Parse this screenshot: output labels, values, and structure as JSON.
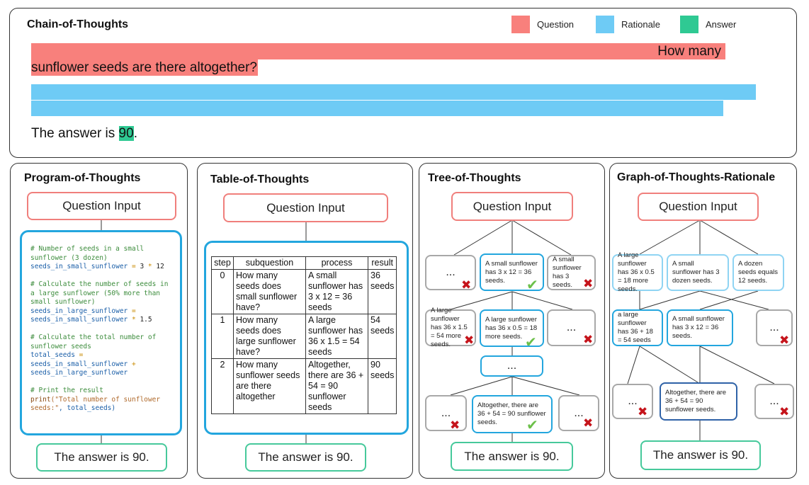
{
  "legend": [
    {
      "label": "Question",
      "color": "#f8807c"
    },
    {
      "label": "Rationale",
      "color": "#6ecbf5"
    },
    {
      "label": "Answer",
      "color": "#2fc993"
    }
  ],
  "cot": {
    "title": "Chain-of-Thoughts",
    "question_part1": "How many",
    "question_part2": "sunflower seeds are there altogether?",
    "answer_prefix": "The answer is ",
    "answer_value": "90",
    "answer_suffix": "."
  },
  "pot": {
    "title": "Program-of-Thoughts",
    "question": "Question Input",
    "answer": "The answer is 90.",
    "code": [
      [
        {
          "t": "# Number of seeds in a small",
          "c": "c-comment"
        }
      ],
      [
        {
          "t": "sunflower (3 dozen)",
          "c": "c-comment"
        }
      ],
      [
        {
          "t": "seeds_in_small_sunflower",
          "c": "c-var"
        },
        {
          "t": " = ",
          "c": "c-op"
        },
        {
          "t": "3",
          "c": "c-num"
        },
        {
          "t": " * ",
          "c": "c-op"
        },
        {
          "t": "12",
          "c": "c-num"
        }
      ],
      [],
      [
        {
          "t": "# Calculate the number of seeds in",
          "c": "c-comment"
        }
      ],
      [
        {
          "t": "a large sunflower (50% more than",
          "c": "c-comment"
        }
      ],
      [
        {
          "t": "small sunflower)",
          "c": "c-comment"
        }
      ],
      [
        {
          "t": "seeds_in_large_sunflower",
          "c": "c-var"
        },
        {
          "t": " =",
          "c": "c-op"
        }
      ],
      [
        {
          "t": "seeds_in_small_sunflower",
          "c": "c-var"
        },
        {
          "t": " * ",
          "c": "c-op"
        },
        {
          "t": "1.5",
          "c": "c-num"
        }
      ],
      [],
      [
        {
          "t": "# Calculate the total number of",
          "c": "c-comment"
        }
      ],
      [
        {
          "t": "sunflower seeds",
          "c": "c-comment"
        }
      ],
      [
        {
          "t": "total_seeds",
          "c": "c-var"
        },
        {
          "t": " =",
          "c": "c-op"
        }
      ],
      [
        {
          "t": "seeds_in_small_sunflower",
          "c": "c-var"
        },
        {
          "t": " +",
          "c": "c-op"
        }
      ],
      [
        {
          "t": "seeds_in_large_sunflower",
          "c": "c-var"
        }
      ],
      [],
      [
        {
          "t": "# Print the result",
          "c": "c-comment"
        }
      ],
      [
        {
          "t": "print",
          "c": "c-fn"
        },
        {
          "t": "(\"Total number of sunflower",
          "c": "c-str"
        }
      ],
      [
        {
          "t": "seeds:\"",
          "c": "c-str"
        },
        {
          "t": ", total_seeds)",
          "c": "c-var"
        }
      ]
    ]
  },
  "tot_table": {
    "title": "Table-of-Thoughts",
    "question": "Question Input",
    "answer": "The answer is 90.",
    "headers": [
      "step",
      "subquestion",
      "process",
      "result"
    ],
    "rows": [
      [
        "0",
        "How many seeds does small sunflower have?",
        "A small sunflower has 3 x 12 = 36 seeds",
        "36 seeds"
      ],
      [
        "1",
        "How many seeds does large sunflower have?",
        "A large sunflower has 36 x 1.5 = 54 seeds",
        "54 seeds"
      ],
      [
        "2",
        "How many sunflower seeds are there altogether",
        "Altogether, there are 36 + 54 = 90 sunflower seeds",
        "90 seeds"
      ]
    ]
  },
  "tree": {
    "title": "Tree-of-Thoughts",
    "question": "Question Input",
    "answer": "The answer is 90.",
    "ellipsis": "...",
    "n1_mid": "A small sunflower has 3 x 12 = 36 seeds.",
    "n1_right": "A small sunflower has 3 seeds.",
    "n2_left": "A large sunflower has 36 x 1.5 = 54 more seeds.",
    "n2_mid": "A large sunflower has 36 x 0.5 = 18 more seeds.",
    "n4_mid": "Altogether, there are 36 + 54 = 90 sunflower seeds."
  },
  "graph": {
    "title": "Graph-of-Thoughts-Rationale",
    "question": "Question Input",
    "answer": "The answer is 90.",
    "ellipsis": "...",
    "g1_left": "A large sunflower has 36 x 0.5 = 18 more seeds.",
    "g1_mid": "A small sunflower has 3 dozen seeds.",
    "g1_right": "A dozen seeds equals 12 seeds.",
    "g2_left": "a large sunflower has 36 + 18 = 54 seeds",
    "g2_mid": "A small sunflower has 3 x 12 = 36 seeds.",
    "g3_mid": "Altogether, there are 36 + 54 = 90 sunflower seeds."
  }
}
